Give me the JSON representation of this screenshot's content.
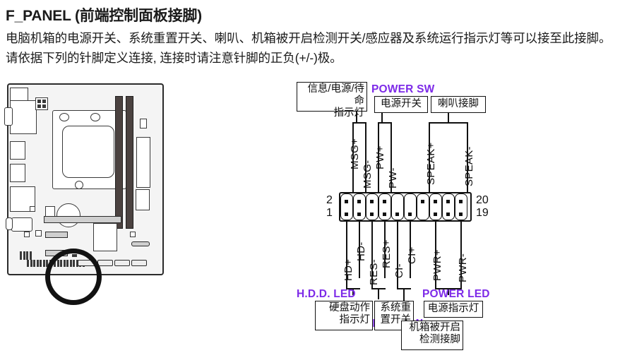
{
  "header": {
    "title": "F_PANEL (前端控制面板接脚)",
    "description": "电脑机箱的电源开关、系统重置开关、喇叭、机箱被开启检测开关/感应器及系统运行指示灯等可以接至此接脚。请依据下列的针脚定义连接, 连接时请注意针脚的正负(+/-)极。"
  },
  "motherboard": {
    "alt": "主板示意图",
    "highlight_label": "F_PANEL 接脚位置"
  },
  "diagram": {
    "accent_color": "#7d2ae8",
    "line_color": "#111111",
    "pin_numbers": {
      "top_left": "2",
      "bottom_left": "1",
      "top_right": "20",
      "bottom_right": "19"
    },
    "top_boxes": [
      {
        "id": "msg-led",
        "text": "信息/电源/待命\n指示灯"
      },
      {
        "id": "power-sw",
        "text": "电源开关"
      },
      {
        "id": "speaker",
        "text": "喇叭接脚"
      }
    ],
    "bottom_boxes": [
      {
        "id": "hdd-led",
        "text": "硬盘动作\n指示灯"
      },
      {
        "id": "reset-sw",
        "text": "系统重\n置开关"
      },
      {
        "id": "power-led",
        "text": "电源指示灯"
      },
      {
        "id": "ci",
        "text": "机箱被开启\n检测接脚"
      }
    ],
    "accent_labels": [
      {
        "id": "power-sw",
        "text": "POWER SW"
      },
      {
        "id": "hdd-led",
        "text": "H.D.D.  LED"
      },
      {
        "id": "power-led",
        "text": "POWER LED"
      },
      {
        "id": "reset-sw",
        "text": "RESET SW"
      }
    ],
    "top_pin_labels": [
      "MSG+",
      "MSG-",
      "PW+",
      "PW-",
      "SPEAK+",
      "SPEAK-"
    ],
    "bottom_pin_labels": [
      "HD+",
      "HD-",
      "RES-",
      "RES+",
      "CI-",
      "CI+",
      "PWR+",
      "PWR-"
    ]
  }
}
